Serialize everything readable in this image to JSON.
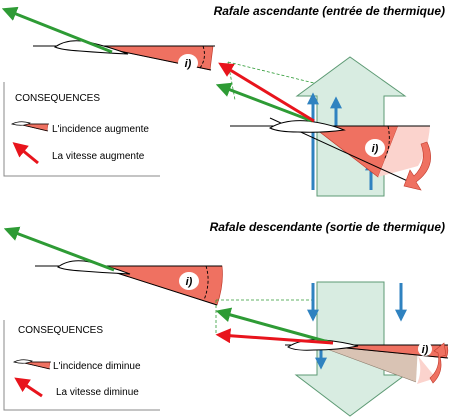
{
  "top": {
    "title": "Rafale ascendante (entrée de thermique)",
    "angle_label": "i)",
    "legend": {
      "heading": "CONSEQUENCES",
      "item_1": "L'incidence augmente",
      "item_2": "La vitesse augmente"
    }
  },
  "bottom": {
    "title": "Rafale descendante (sortie de thermique)",
    "angle_label": "i)",
    "legend": {
      "heading": "CONSEQUENCES",
      "item_1": "L'incidence diminue",
      "item_2": "La vitesse diminue"
    }
  },
  "colors": {
    "green_vector": "#2e9b35",
    "red_vector": "#e8141c",
    "gust_arrow": "#2f82c0",
    "air_mass_fill": "#d8ece1",
    "angle_sector": "#ef7161",
    "rotation_arrow": "#ef7161"
  }
}
